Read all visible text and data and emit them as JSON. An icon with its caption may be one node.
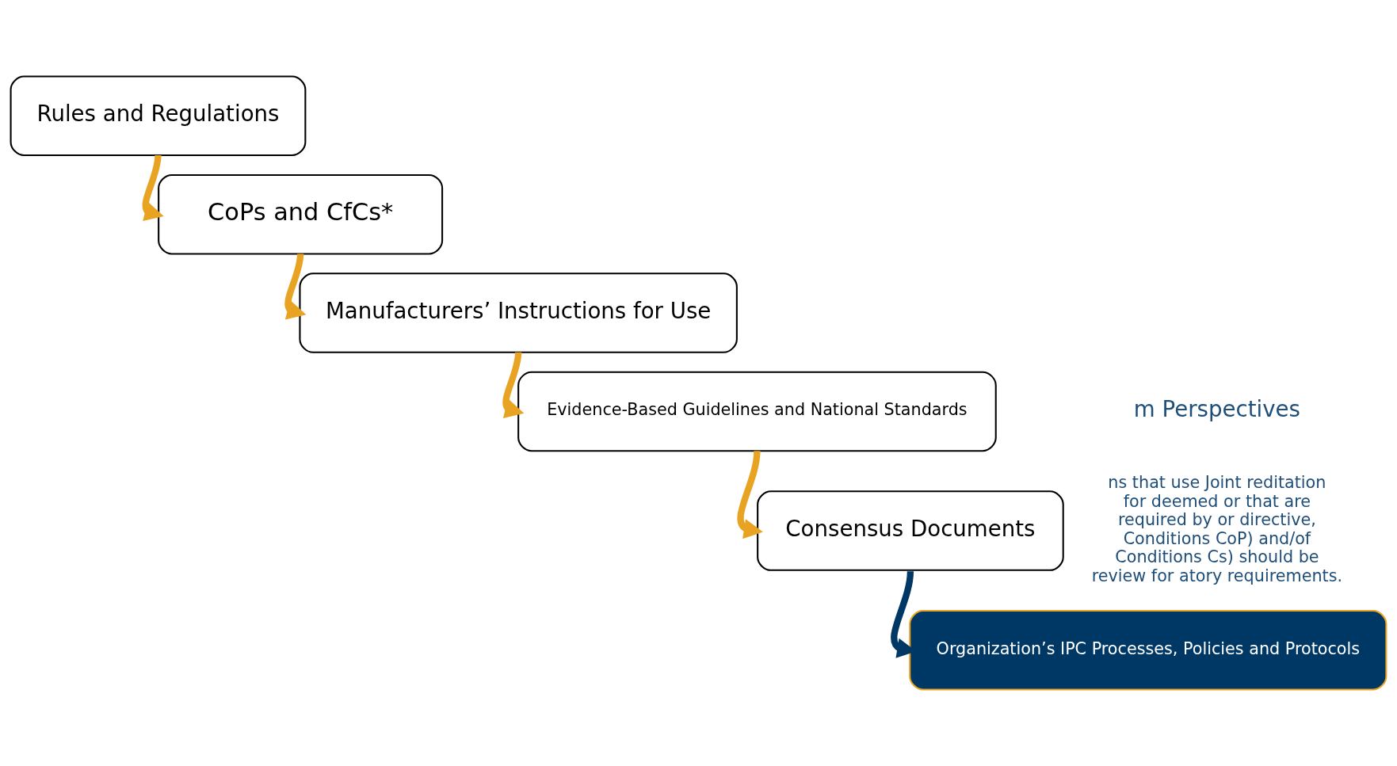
{
  "diagram": {
    "nodes": [
      {
        "text": [
          "Rules and Regulations"
        ]
      },
      {
        "text": [
          "CoPs and CfCs*"
        ]
      },
      {
        "text": [
          "Manufacturers’ Instructions for Use"
        ]
      },
      {
        "text": [
          "Evidence-Based Guidelines and National Standards"
        ]
      },
      {
        "text": [
          "Consensus Documents"
        ]
      },
      {
        "text": [
          "Organization’s IPC Processes, Policies and Protocols"
        ]
      }
    ],
    "edges": [
      {
        "from": 0,
        "to": 1,
        "arrow": "to"
      },
      {
        "from": 1,
        "to": 2,
        "arrow": "to"
      },
      {
        "from": 2,
        "to": 3,
        "arrow": "to"
      },
      {
        "from": 3,
        "to": 4,
        "arrow": "to"
      },
      {
        "from": 4,
        "to": 5,
        "arrow": "to",
        "color": "#003865"
      }
    ],
    "labels": [
      "m Perspectives",
      "ns that use Joint reditation for deemed or that are required by or directive, Conditions CoP) and/of Conditions Cs) should be review for atory requirements."
    ]
  }
}
